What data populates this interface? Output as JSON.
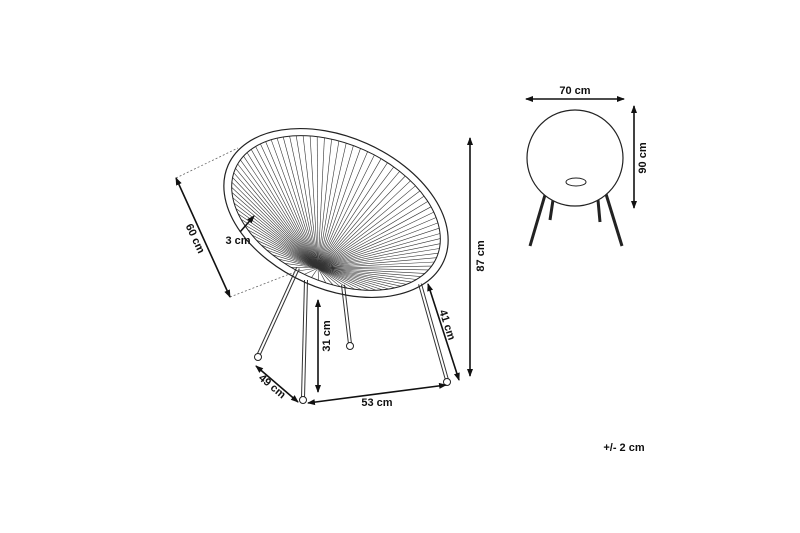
{
  "diagram": {
    "labels": {
      "top_width": "70 cm",
      "top_depth": "90 cm",
      "height": "87 cm",
      "seat_depth": "60 cm",
      "rim_thickness": "3 cm",
      "seat_height": "31 cm",
      "leg_depth": "41 cm",
      "base_depth": "49 cm",
      "base_width": "53 cm",
      "tolerance": "+/- 2 cm"
    },
    "colors": {
      "line": "#111111",
      "background": "#ffffff"
    }
  }
}
